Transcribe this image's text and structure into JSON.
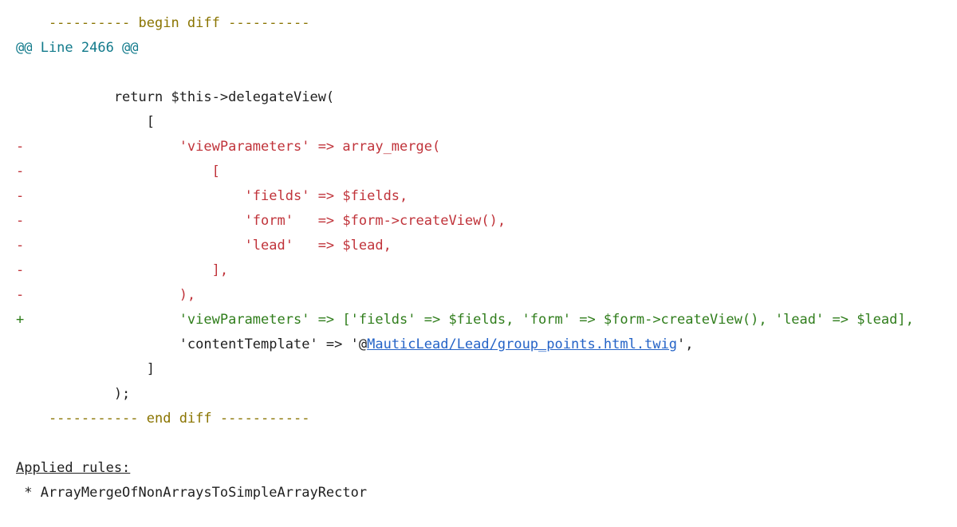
{
  "diff": {
    "begin_separator": "    ---------- begin diff ----------",
    "hunk_header": "@@ Line 2466 @@",
    "lines": [
      {
        "kind": "ctx",
        "marker": "",
        "code": ""
      },
      {
        "kind": "ctx",
        "marker": "",
        "code": "            return $this->delegateView("
      },
      {
        "kind": "ctx",
        "marker": "",
        "code": "                ["
      },
      {
        "kind": "del",
        "marker": "-",
        "code": "                    'viewParameters' => array_merge("
      },
      {
        "kind": "del",
        "marker": "-",
        "code": "                        ["
      },
      {
        "kind": "del",
        "marker": "-",
        "code": "                            'fields' => $fields,"
      },
      {
        "kind": "del",
        "marker": "-",
        "code": "                            'form'   => $form->createView(),"
      },
      {
        "kind": "del",
        "marker": "-",
        "code": "                            'lead'   => $lead,"
      },
      {
        "kind": "del",
        "marker": "-",
        "code": "                        ],"
      },
      {
        "kind": "del",
        "marker": "-",
        "code": "                    ),"
      },
      {
        "kind": "add",
        "marker": "+",
        "code": "                    'viewParameters' => ['fields' => $fields, 'form' => $form->createView(), 'lead' => $lead],"
      }
    ],
    "template_line": {
      "prefix": "                    'contentTemplate' => '@",
      "link_text": "MauticLead/Lead/group_points.html.twig",
      "suffix": "',"
    },
    "closing_lines": [
      {
        "kind": "ctx",
        "marker": "",
        "code": "                ]"
      },
      {
        "kind": "ctx",
        "marker": "",
        "code": "            );"
      }
    ],
    "end_separator": "    ----------- end diff -----------"
  },
  "rules": {
    "title": "Applied rules:",
    "items": [
      " * ArrayMergeOfNonArraysToSimpleArrayRector"
    ]
  },
  "colors": {
    "separator": "#8a7400",
    "hunk": "#117a8b",
    "deleted": "#c0333a",
    "added": "#2f7d1b",
    "link": "#2463c7"
  }
}
